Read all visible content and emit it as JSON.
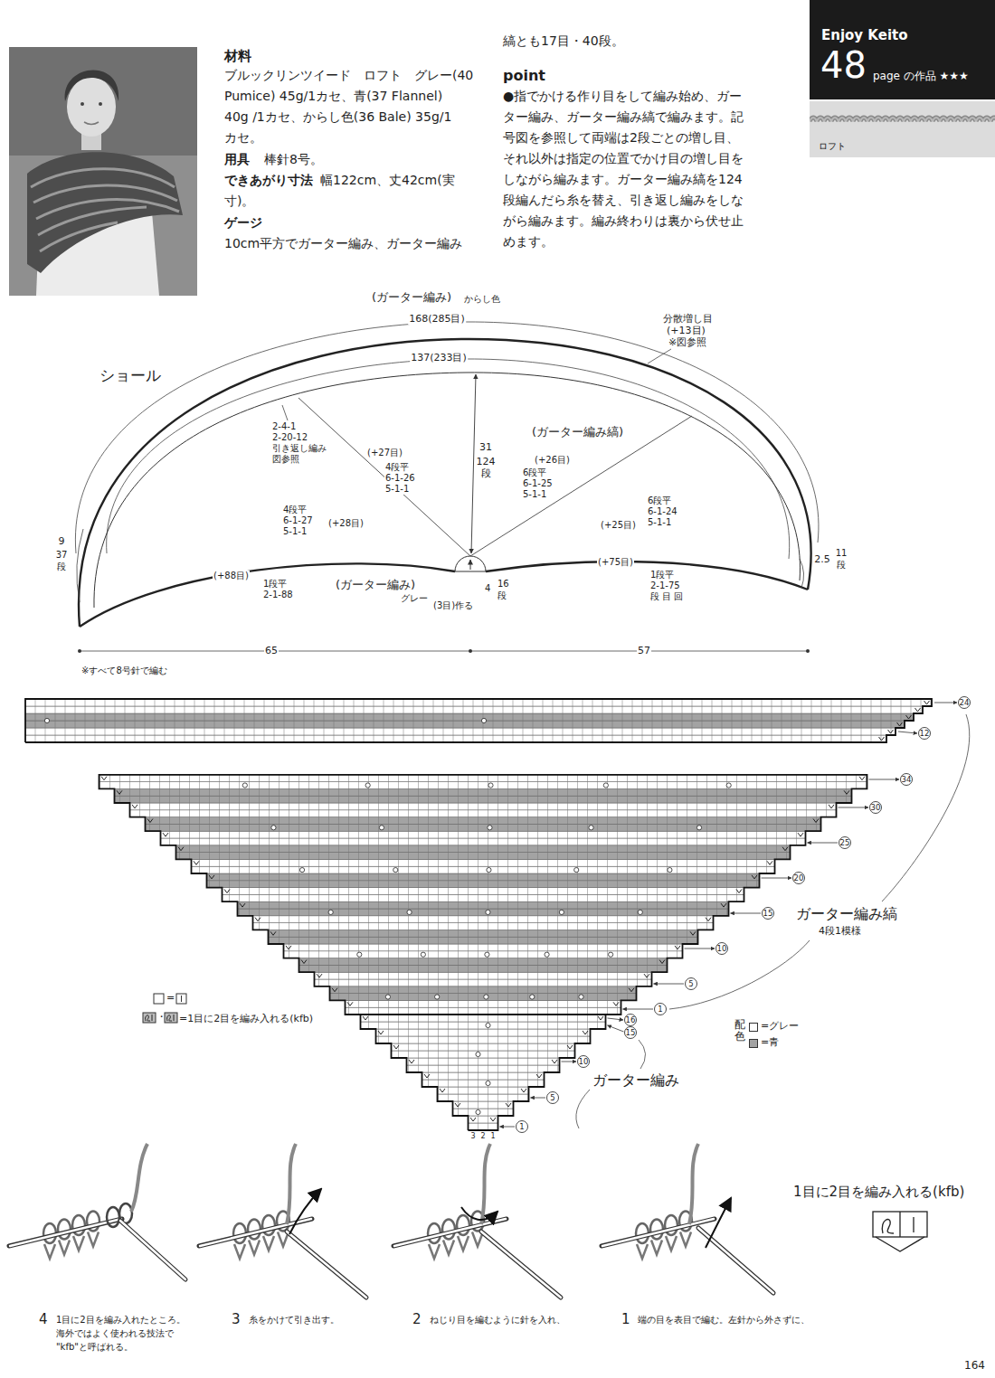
{
  "diagram": {
    "nodes": [
      {
        "text": [
          "Enjoy Keito",
          "48",
          "page の作品 ★★★"
        ]
      },
      {
        "text": [
          "ロフト"
        ]
      }
    ],
    "labels": [
      "材料",
      "ブルックリンツイード　ロフト　グレー(40",
      "Pumice) 45g/1カセ、青(37 Flannel)",
      "40g /1カセ、からし色(36 Bale) 35g/1",
      "カセ。",
      "用具",
      "棒針8号。",
      "できあがり寸法",
      "幅122cm、丈42cm(実",
      "寸)。",
      "ゲージ",
      "10cm平方でガーター編み、ガーター編み",
      "縞とも17目・40段。",
      "point",
      "●指でかける作り目をして編み始め、ガー",
      "ター編み、ガーター編み縞で編みます。記",
      "号図を参照して両端は2段ごとの増し目、",
      "それ以外は指定の位置でかけ目の増し目を",
      "しながら編みます。ガーター編み縞を124",
      "段編んだら糸を替え、引き返し編みをしな",
      "がら編みます。編み終わりは裏から伏せ止",
      "めます。",
      "(ガーター編み)",
      "からし色",
      "168(285目)",
      "137(233目)",
      "分散増し目",
      "(+13目)",
      "※図参照",
      "ショール",
      "2-4-1",
      "2-20-12",
      "引き返し編み",
      "図参照",
      "(+27目)",
      "4段平",
      "6-1-26",
      "5-1-1",
      "31",
      "124",
      "段",
      "(ガーター編み縞)",
      "(+26目)",
      "6段平",
      "6-1-25",
      "5-1-1",
      "4段平",
      "6-1-27",
      "5-1-1",
      "(+28目)",
      "6段平",
      "6-1-24",
      "5-1-1",
      "(+25目)",
      "9",
      "37",
      "段",
      "2.5",
      "11",
      "段",
      "(+88目)",
      "1段平",
      "2-1-88",
      "(ガーター編み)",
      "グレー",
      "(3目)作る",
      "4",
      "16",
      "段",
      "(+75目)",
      "1段平",
      "2-1-75",
      "段 目 回",
      "65",
      "57",
      "※すべて8号針で編む",
      "24",
      "12",
      "34",
      "30",
      "25",
      "20",
      "15",
      "10",
      "5",
      "1",
      "16",
      "15",
      "10",
      "5",
      "1",
      "3",
      "2",
      "1",
      "ガーター編み縞",
      "4段1模様",
      "ガーター編み",
      "=",
      "配色",
      "・",
      "1目に2目を編み入れる(kfb)",
      "4",
      "1目に2目を編み入れたところ。",
      "海外ではよく使われる技法で",
      "\"kfb\"と呼ばれる。",
      "3",
      "糸をかけて引き出す。",
      "2",
      "ねじり目を編むように針を入れ、",
      "1",
      "端の目を表目で編む。左針から外さずに、",
      "164"
    ],
    "legend": [
      {
        "text": "=1目に2目を編み入れる(kfb)"
      },
      {
        "text": "=グレー",
        "color": "#ffffff"
      },
      {
        "text": "=青",
        "color": "#a3a3a3"
      }
    ]
  }
}
